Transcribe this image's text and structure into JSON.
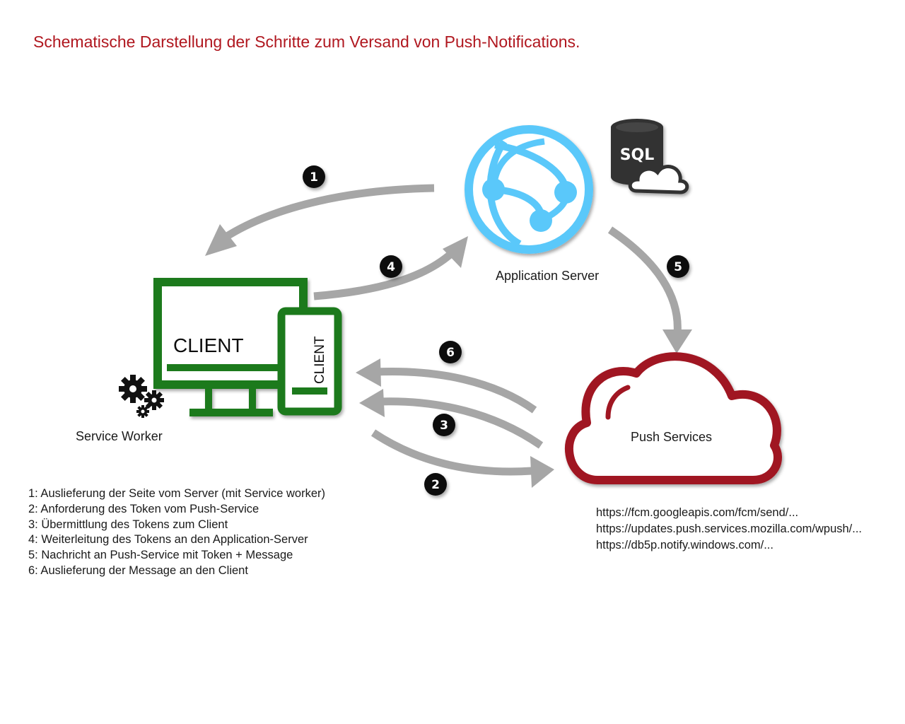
{
  "title": "Schematische Darstellung der Schritte zum Versand von Push-Notifications.",
  "nodes": {
    "application_server": "Application Server",
    "sql_badge": "SQL",
    "client_monitor": "CLIENT",
    "client_phone": "CLIENT",
    "service_worker": "Service Worker",
    "push_services": "Push Services"
  },
  "steps": [
    {
      "number": "1"
    },
    {
      "number": "2"
    },
    {
      "number": "3"
    },
    {
      "number": "4"
    },
    {
      "number": "5"
    },
    {
      "number": "6"
    }
  ],
  "legend": [
    "1: Auslieferung der Seite vom Server (mit Service worker)",
    "2: Anforderung des Token vom Push-Service",
    "3: Übermittlung des Tokens zum Client",
    "4: Weiterleitung des Tokens an den Application-Server",
    "5: Nachricht an Push-Service mit Token + Message",
    "6: Auslieferung der Message an den Client"
  ],
  "push_urls": [
    "https://fcm.googleapis.com/fcm/send/...",
    "https://updates.push.services.mozilla.com/wpush/...",
    "https://db5p.notify.windows.com/..."
  ],
  "colors": {
    "title": "#b0171f",
    "client": "#1f7a1f",
    "server": "#5ac8fa",
    "cloud": "#a01520",
    "arrow": "#a6a6a6",
    "badge": "#111111",
    "sql": "#333333"
  },
  "icons": {
    "server": "globe-network-icon",
    "database": "sql-cloud-database-icon",
    "client": "monitor-phone-icon",
    "worker": "gears-icon",
    "push": "cloud-icon"
  }
}
